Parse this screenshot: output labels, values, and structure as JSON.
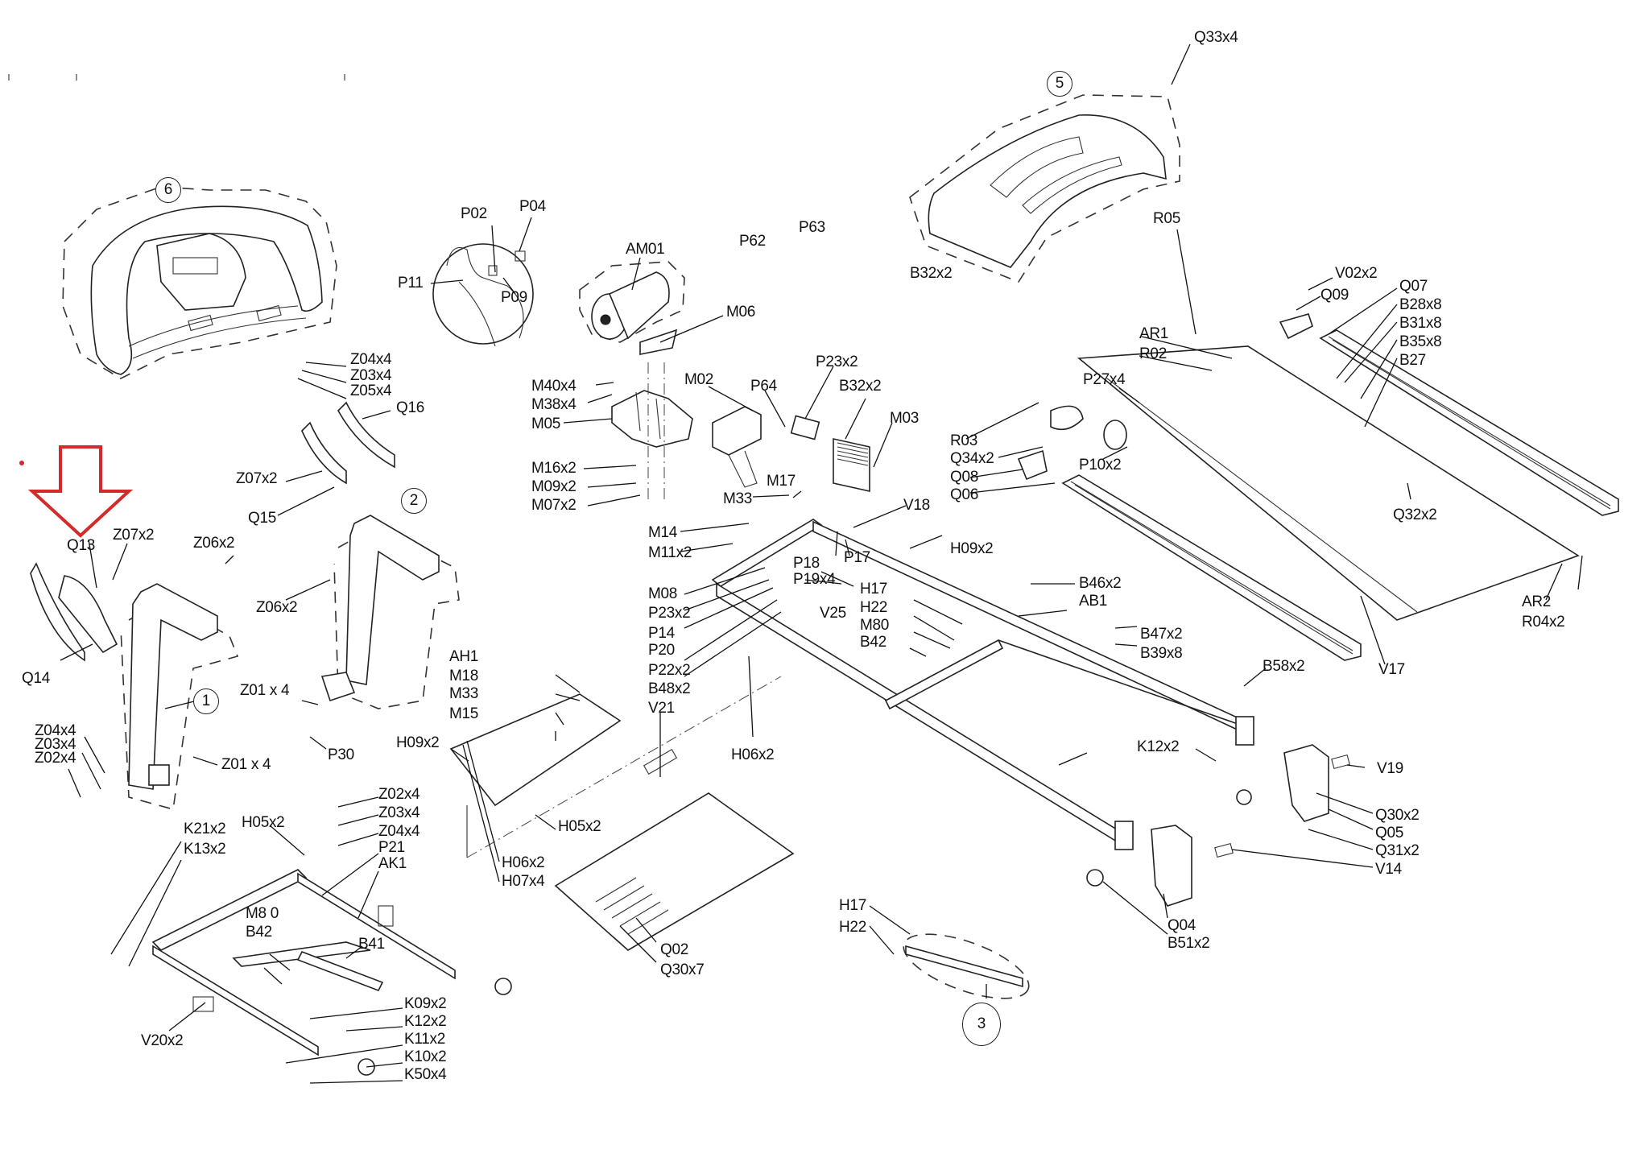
{
  "diagram": {
    "title": "Treadmill exploded parts diagram",
    "highlight": {
      "target": "Q13",
      "marker": "red-down-arrow",
      "color": "#d42a2a"
    },
    "assemblies": [
      {
        "id": "asm-1",
        "label": "1"
      },
      {
        "id": "asm-2",
        "label": "2"
      },
      {
        "id": "asm-3",
        "label": "3"
      },
      {
        "id": "asm-5",
        "label": "5"
      },
      {
        "id": "asm-6",
        "label": "6"
      }
    ],
    "labels": {
      "q33x4": "Q33x4",
      "r05": "R05",
      "b32x2_hood": "B32x2",
      "v02x2": "V02x2",
      "q09": "Q09",
      "q07": "Q07",
      "b28x8": "B28x8",
      "b31x8": "B31x8",
      "b35x8": "B35x8",
      "b27": "B27",
      "ar1": "AR1",
      "r02": "R02",
      "p27x4": "P27x4",
      "r03": "R03",
      "q34x2": "Q34x2",
      "p10x2": "P10x2",
      "q08": "Q08",
      "q06": "Q06",
      "q32x2": "Q32x2",
      "ar2": "AR2",
      "r04x2": "R04x2",
      "v17": "V17",
      "p02": "P02",
      "p04": "P04",
      "p11": "P11",
      "p09": "P09",
      "am01": "AM01",
      "m06": "M06",
      "p62": "P62",
      "p63": "P63",
      "m40x4": "M40x4",
      "m38x4": "M38x4",
      "m05": "M05",
      "m02": "M02",
      "p64": "P64",
      "p23x2_top": "P23x2",
      "b32x2_mid": "B32x2",
      "m03": "M03",
      "m16x2": "M16x2",
      "m09x2": "M09x2",
      "m07x2": "M07x2",
      "m17": "M17",
      "m33_top": "M33",
      "v18": "V18",
      "m14": "M14",
      "m11x2": "M11x2",
      "p18": "P18",
      "p17": "P17",
      "p19x4": "P19x4",
      "h09x2_right": "H09x2",
      "m08": "M08",
      "p23x2": "P23x2",
      "p14": "P14",
      "p20": "P20",
      "p22x2": "P22x2",
      "b48x2": "B48x2",
      "v21": "V21",
      "v25": "V25",
      "h17_mid": "H17",
      "h22_mid": "H22",
      "m80_mid": "M80",
      "b42_mid": "B42",
      "b46x2": "B46x2",
      "ab1": "AB1",
      "b47x2": "B47x2",
      "b39x8": "B39x8",
      "b58x2": "B58x2",
      "h06x2_mid": "H06x2",
      "k12x2_right": "K12x2",
      "v19": "V19",
      "q30x2": "Q30x2",
      "q05": "Q05",
      "q31x2": "Q31x2",
      "v14": "V14",
      "q04": "Q04",
      "b51x2": "B51x2",
      "z04x4_top": "Z04x4",
      "z03x4_top": "Z03x4",
      "z05x4_top": "Z05x4",
      "q16": "Q16",
      "z07x2_right": "Z07x2",
      "q15": "Q15",
      "q13": "Q13",
      "z07x2_left": "Z07x2",
      "z06x2_left": "Z06x2",
      "z06x2_right": "Z06x2",
      "q14": "Q14",
      "z01x4_right": "Z01 x 4",
      "z01x4_left": "Z01 x 4",
      "z04x4_left": "Z04x4",
      "z03x4_left": "Z03x4",
      "z02x4_left": "Z02x4",
      "p30": "P30",
      "ah1": "AH1",
      "m18": "M18",
      "m33_bot": "M33",
      "m15": "M15",
      "h09x2_left": "H09x2",
      "h05x2_right": "H05x2",
      "h06x2_bot": "H06x2",
      "h07x4": "H07x4",
      "z02x4_bot": "Z02x4",
      "z03x4_bot": "Z03x4",
      "z04x4_bot": "Z04x4",
      "p21": "P21",
      "ak1": "AK1",
      "k21x2": "K21x2",
      "k13x2": "K13x2",
      "h05x2_left": "H05x2",
      "m80_bot": "M8 0",
      "b42_bot": "B42",
      "b41": "B41",
      "k09x2": "K09x2",
      "k12x2": "K12x2",
      "k11x2": "K11x2",
      "k10x2": "K10x2",
      "k50x4": "K50x4",
      "v20x2": "V20x2",
      "q02": "Q02",
      "q30x7": "Q30x7",
      "h17_bot": "H17",
      "h22_bot": "H22"
    }
  }
}
